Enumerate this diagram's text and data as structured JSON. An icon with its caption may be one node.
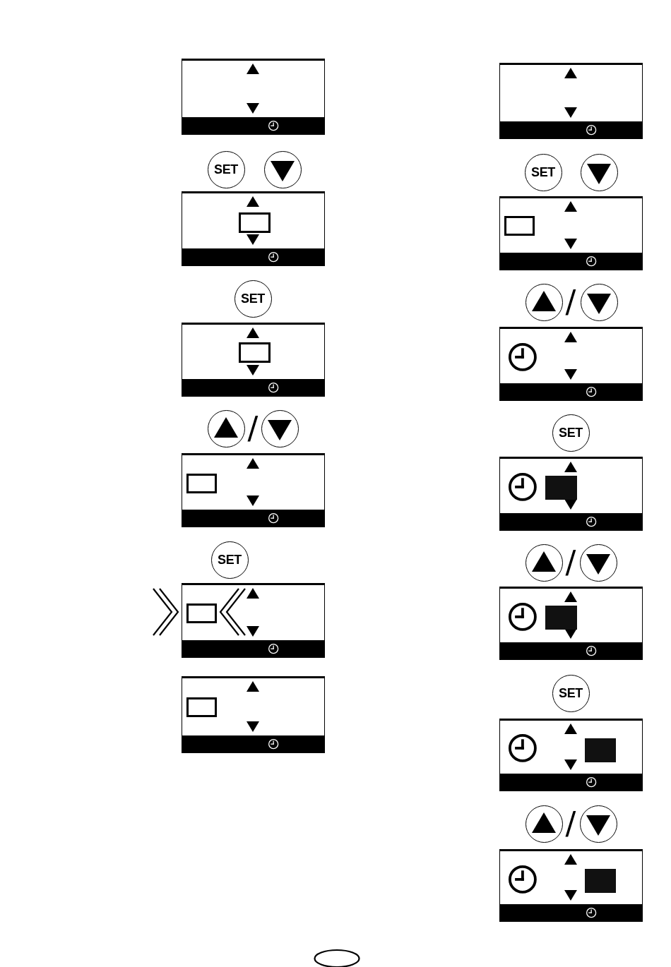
{
  "diagram": {
    "nodes": [
      {
        "text": [],
        "shape": "box"
      },
      {
        "text": [
          "SET"
        ]
      },
      {
        "text": [],
        "shape": "circle"
      },
      {
        "text": [],
        "shape": "box"
      },
      {
        "text": [
          "SET"
        ]
      },
      {
        "text": [],
        "shape": "box"
      },
      {
        "text": [],
        "shape": "circle"
      },
      {
        "text": [],
        "shape": "circle"
      },
      {
        "text": [],
        "shape": "box"
      },
      {
        "text": [
          "SET"
        ]
      },
      {
        "text": [],
        "shape": "box"
      },
      {
        "text": [],
        "shape": "box"
      },
      {
        "text": [],
        "shape": "box"
      },
      {
        "text": [
          "SET"
        ]
      },
      {
        "text": [],
        "shape": "circle"
      },
      {
        "text": [],
        "shape": "box"
      },
      {
        "text": [],
        "shape": "circle"
      },
      {
        "text": [],
        "shape": "circle"
      },
      {
        "text": [],
        "shape": "box"
      },
      {
        "text": [
          "SET"
        ]
      },
      {
        "text": [],
        "shape": "box"
      },
      {
        "text": [],
        "shape": "circle"
      },
      {
        "text": [],
        "shape": "circle"
      },
      {
        "text": [],
        "shape": "box"
      },
      {
        "text": [
          "SET"
        ]
      },
      {
        "text": [],
        "shape": "box"
      },
      {
        "text": [],
        "shape": "circle"
      },
      {
        "text": [],
        "shape": "circle"
      },
      {
        "text": [],
        "shape": "box"
      }
    ],
    "labels": [
      "/",
      "/",
      "/",
      "/"
    ]
  }
}
